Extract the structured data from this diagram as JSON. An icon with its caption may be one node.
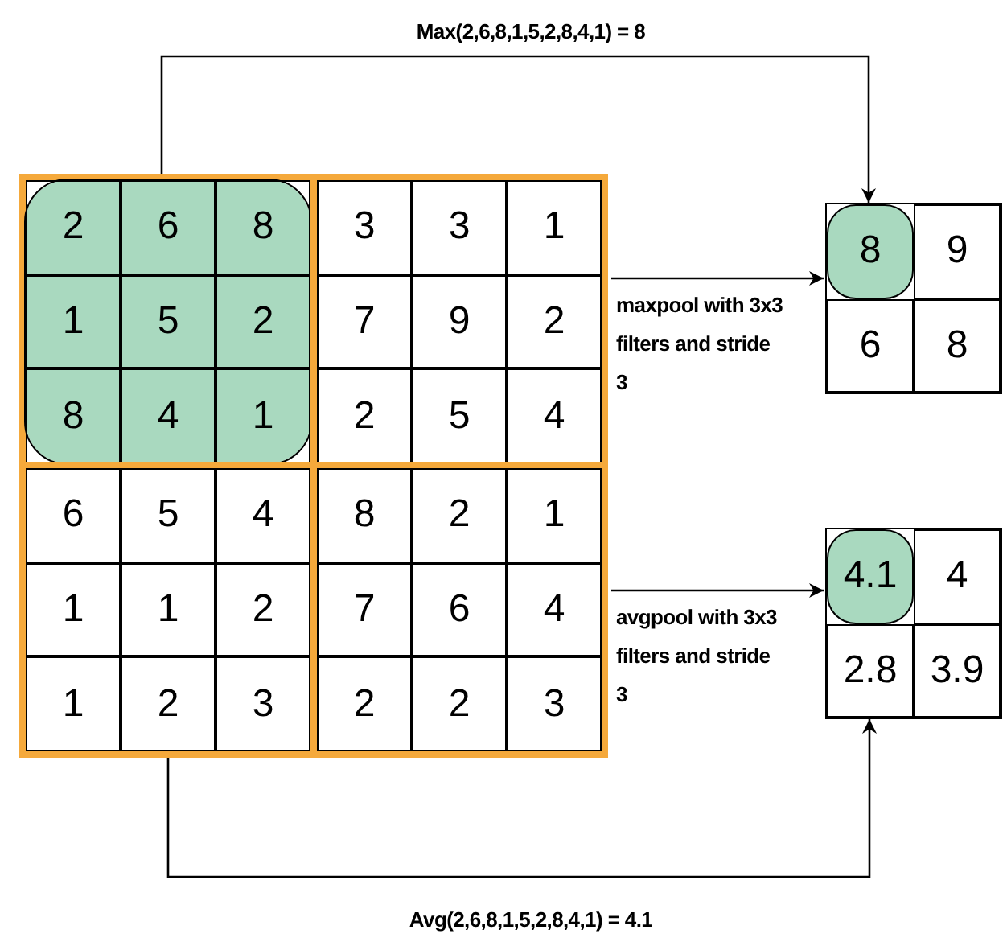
{
  "diagram": {
    "nodes": [
      {
        "text": [],
        "shape": "box"
      },
      {
        "text": [],
        "shape": "box",
        "in": 0
      },
      {
        "text": [],
        "shape": "box",
        "in": 1
      },
      {
        "text": [
          "2"
        ],
        "in": 2
      },
      {
        "text": [
          "6"
        ],
        "in": 2
      },
      {
        "text": [
          "8"
        ],
        "in": 2
      },
      {
        "text": [
          "1"
        ],
        "in": 2
      },
      {
        "text": [
          "5"
        ],
        "in": 2
      },
      {
        "text": [
          "2"
        ],
        "in": 2
      },
      {
        "text": [
          "8"
        ],
        "in": 2
      },
      {
        "text": [
          "4"
        ],
        "in": 2
      },
      {
        "text": [
          "1"
        ],
        "in": 2
      },
      {
        "text": [],
        "shape": "box",
        "in": 0
      },
      {
        "text": [
          "3"
        ],
        "in": 12
      },
      {
        "text": [
          "3"
        ],
        "in": 12
      },
      {
        "text": [
          "1"
        ],
        "in": 12
      },
      {
        "text": [
          "7"
        ],
        "in": 12
      },
      {
        "text": [
          "9"
        ],
        "in": 12
      },
      {
        "text": [
          "2"
        ],
        "in": 12
      },
      {
        "text": [
          "2"
        ],
        "in": 12
      },
      {
        "text": [
          "5"
        ],
        "in": 12
      },
      {
        "text": [
          "4"
        ],
        "in": 12
      },
      {
        "text": [],
        "shape": "box",
        "in": 0
      },
      {
        "text": [
          "6"
        ],
        "in": 22
      },
      {
        "text": [
          "5"
        ],
        "in": 22
      },
      {
        "text": [
          "4"
        ],
        "in": 22
      },
      {
        "text": [
          "1"
        ],
        "in": 22
      },
      {
        "text": [
          "1"
        ],
        "in": 22
      },
      {
        "text": [
          "2"
        ],
        "in": 22
      },
      {
        "text": [
          "1"
        ],
        "in": 22
      },
      {
        "text": [
          "2"
        ],
        "in": 22
      },
      {
        "text": [
          "3"
        ],
        "in": 22
      },
      {
        "text": [],
        "shape": "box",
        "in": 0
      },
      {
        "text": [
          "8"
        ],
        "in": 32
      },
      {
        "text": [
          "2"
        ],
        "in": 32
      },
      {
        "text": [
          "1"
        ],
        "in": 32
      },
      {
        "text": [
          "7"
        ],
        "in": 32
      },
      {
        "text": [
          "6"
        ],
        "in": 32
      },
      {
        "text": [
          "4"
        ],
        "in": 32
      },
      {
        "text": [
          "2"
        ],
        "in": 32
      },
      {
        "text": [
          "2"
        ],
        "in": 32
      },
      {
        "text": [
          "3"
        ],
        "in": 32
      },
      {
        "text": [],
        "shape": "box"
      },
      {
        "text": [
          "8"
        ],
        "in": 42
      },
      {
        "text": [
          "9"
        ],
        "in": 42
      },
      {
        "text": [
          "6"
        ],
        "in": 42
      },
      {
        "text": [
          "8"
        ],
        "in": 42
      },
      {
        "text": [],
        "shape": "box"
      },
      {
        "text": [
          "4.1"
        ],
        "in": 47
      },
      {
        "text": [
          "4"
        ],
        "in": 47
      },
      {
        "text": [
          "2.8"
        ],
        "in": 47
      },
      {
        "text": [
          "3.9"
        ],
        "in": 47
      }
    ],
    "edges": [
      {
        "from": 2,
        "to": 43,
        "arrow": "to",
        "label": "Max(2,6,8,1,5,2,8,4,1) = 8"
      },
      {
        "from": 0,
        "to": 42,
        "arrow": "to",
        "label": "maxpool with 3x3 filters and stride 3"
      },
      {
        "from": 0,
        "to": 47,
        "arrow": "to",
        "label": "avgpool with 3x3 filters and stride 3"
      },
      {
        "from": 22,
        "to": 47,
        "arrow": "to",
        "label": "Avg(2,6,8,1,5,2,8,4,1) = 4.1"
      }
    ]
  }
}
